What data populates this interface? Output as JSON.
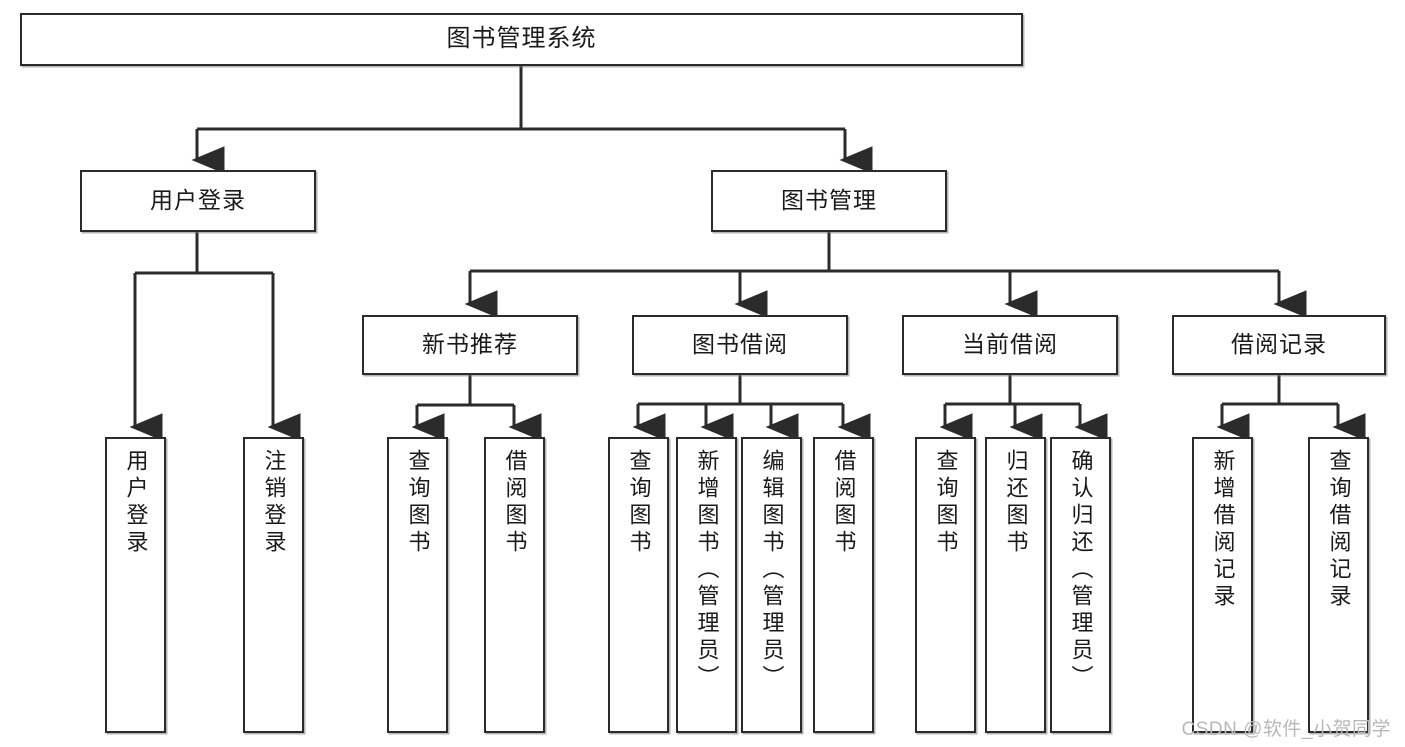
{
  "diagram": {
    "title": "图书管理系统",
    "type": "tree",
    "watermark": "CSDN @软件_小贺同学",
    "colors": {
      "box_border": "#2b2b2b",
      "box_fill": "#ffffff",
      "connector": "#2b2b2b",
      "text": "#1a1a1a",
      "watermark": "#b8b8b8"
    },
    "nodes": {
      "root": {
        "label": "图书管理系统"
      },
      "tier2": [
        {
          "id": "user-login",
          "label": "用户登录"
        },
        {
          "id": "book-manage",
          "label": "图书管理"
        }
      ],
      "tier3": [
        {
          "id": "new-book-recommend",
          "label": "新书推荐"
        },
        {
          "id": "book-borrow",
          "label": "图书借阅"
        },
        {
          "id": "current-borrow",
          "label": "当前借阅"
        },
        {
          "id": "borrow-record",
          "label": "借阅记录"
        }
      ],
      "leaves": {
        "user-login": [
          {
            "id": "leaf-user-login",
            "label": "用户登录"
          },
          {
            "id": "leaf-user-logout",
            "label": "注销登录"
          }
        ],
        "new-book-recommend": [
          {
            "id": "leaf-query-book-1",
            "label": "查询图书"
          },
          {
            "id": "leaf-borrow-book-1",
            "label": "借阅图书"
          }
        ],
        "book-borrow": [
          {
            "id": "leaf-query-book-2",
            "label": "查询图书"
          },
          {
            "id": "leaf-add-book",
            "label": "新增图书（管理员）"
          },
          {
            "id": "leaf-edit-book",
            "label": "编辑图书（管理员）"
          },
          {
            "id": "leaf-borrow-book-2",
            "label": "借阅图书"
          }
        ],
        "current-borrow": [
          {
            "id": "leaf-query-book-3",
            "label": "查询图书"
          },
          {
            "id": "leaf-return-book",
            "label": "归还图书"
          },
          {
            "id": "leaf-confirm-return",
            "label": "确认归还（管理员）"
          }
        ],
        "borrow-record": [
          {
            "id": "leaf-add-record",
            "label": "新增借阅记录"
          },
          {
            "id": "leaf-query-record",
            "label": "查询借阅记录"
          }
        ]
      }
    }
  }
}
